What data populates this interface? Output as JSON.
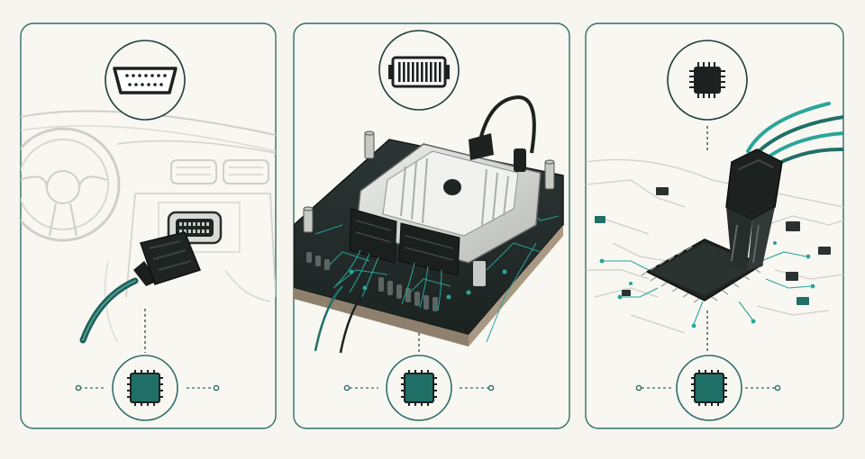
{
  "colors": {
    "background": "#f7f5ef",
    "panel_border": "#2f6f68",
    "teal": "#1f6f66",
    "teal_dark": "#1d4f4a",
    "sketch": "#c9c9c1",
    "dark": "#1d2220",
    "metal": "#d9dbd7"
  },
  "panels": [
    {
      "name": "obd-port-method",
      "top_icon": "obd-connector-icon",
      "scene": "car-dashboard-obd-cable",
      "bottom_icon": "chip-icon"
    },
    {
      "name": "bench-method",
      "top_icon": "ecu-connector-icon",
      "scene": "ecu-on-bench-board",
      "bottom_icon": "chip-icon"
    },
    {
      "name": "boot-probe-method",
      "top_icon": "microcontroller-icon",
      "scene": "probe-on-chip-circuit",
      "bottom_icon": "chip-icon"
    }
  ]
}
